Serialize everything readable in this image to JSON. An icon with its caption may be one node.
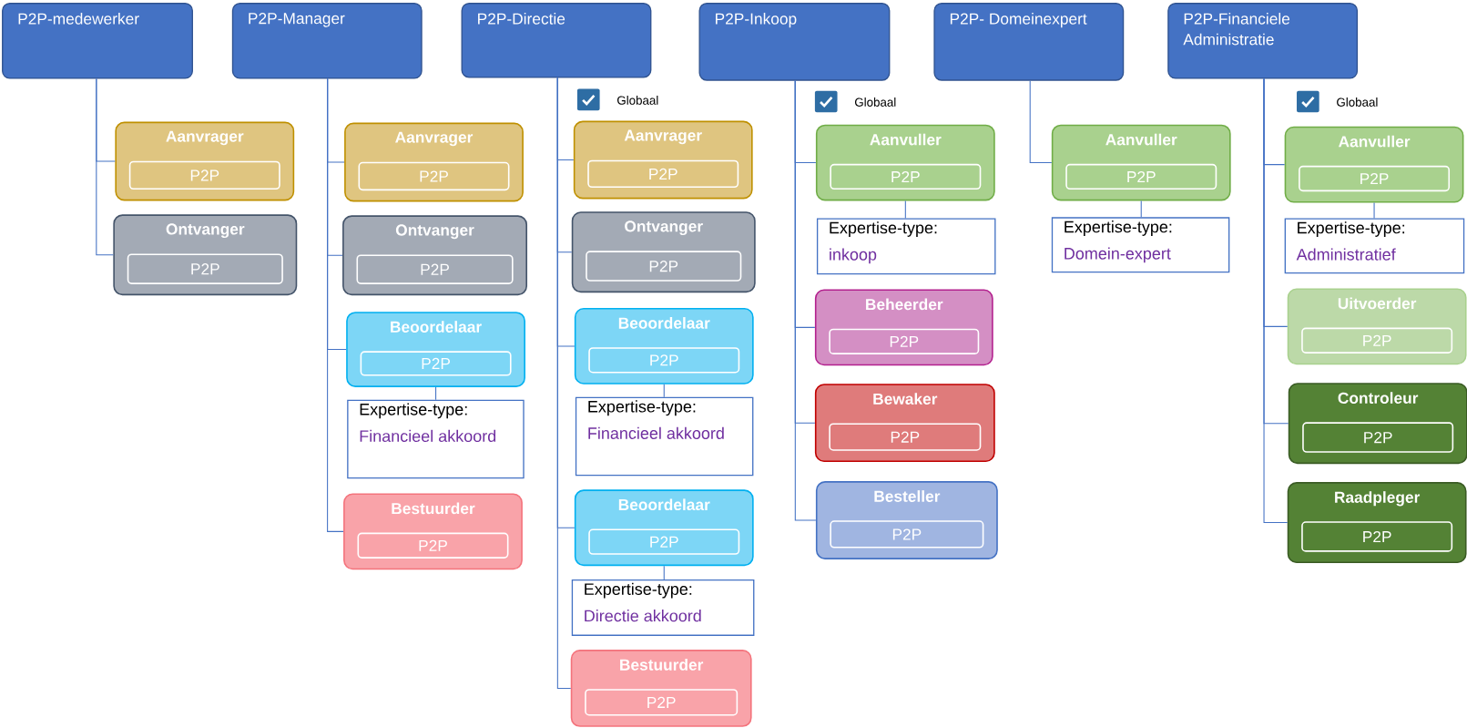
{
  "diagram": {
    "nodes": [
      {
        "text": [
          "P2P-medewerker"
        ]
      },
      {
        "text": [
          "Aanvrager"
        ]
      },
      {
        "text": [
          "P2P"
        ],
        "in": 1
      },
      {
        "text": [
          "Ontvanger"
        ]
      },
      {
        "text": [
          "P2P"
        ],
        "in": 3
      },
      {
        "text": [
          "P2P-Manager"
        ]
      },
      {
        "text": [
          "Aanvrager"
        ]
      },
      {
        "text": [
          "P2P"
        ],
        "in": 6
      },
      {
        "text": [
          "Ontvanger"
        ]
      },
      {
        "text": [
          "P2P"
        ],
        "in": 8
      },
      {
        "text": [
          "Beoordelaar"
        ]
      },
      {
        "text": [
          "P2P"
        ],
        "in": 10
      },
      {
        "text": [
          "Expertise-type:",
          "Financieel akkoord"
        ]
      },
      {
        "text": [
          "Bestuurder"
        ]
      },
      {
        "text": [
          "P2P"
        ],
        "in": 13
      },
      {
        "text": [
          "P2P-Directie"
        ]
      },
      {
        "text": [
          "Aanvrager"
        ]
      },
      {
        "text": [
          "P2P"
        ],
        "in": 16
      },
      {
        "text": [
          "Ontvanger"
        ]
      },
      {
        "text": [
          "P2P"
        ],
        "in": 18
      },
      {
        "text": [
          "Beoordelaar"
        ]
      },
      {
        "text": [
          "P2P"
        ],
        "in": 20
      },
      {
        "text": [
          "Expertise-type:",
          "Financieel akkoord"
        ]
      },
      {
        "text": [
          "Beoordelaar"
        ]
      },
      {
        "text": [
          "P2P"
        ],
        "in": 23
      },
      {
        "text": [
          "Expertise-type:",
          "Directie akkoord"
        ]
      },
      {
        "text": [
          "Bestuurder"
        ]
      },
      {
        "text": [
          "P2P"
        ],
        "in": 26
      },
      {
        "text": [
          "P2P-Inkoop"
        ]
      },
      {
        "text": [
          "Aanvuller"
        ]
      },
      {
        "text": [
          "P2P"
        ],
        "in": 29
      },
      {
        "text": [
          "Expertise-type:",
          "inkoop"
        ]
      },
      {
        "text": [
          "Beheerder"
        ]
      },
      {
        "text": [
          "P2P"
        ],
        "in": 32
      },
      {
        "text": [
          "Bewaker"
        ]
      },
      {
        "text": [
          "P2P"
        ],
        "in": 34
      },
      {
        "text": [
          "Besteller"
        ]
      },
      {
        "text": [
          "P2P"
        ],
        "in": 36
      },
      {
        "text": [
          "P2P- Domeinexpert"
        ]
      },
      {
        "text": [
          "Aanvuller"
        ]
      },
      {
        "text": [
          "P2P"
        ],
        "in": 39
      },
      {
        "text": [
          "Expertise-type:",
          "Domein-expert"
        ]
      },
      {
        "text": [
          "P2P-Financiele Administratie"
        ]
      },
      {
        "text": [
          "Aanvuller"
        ]
      },
      {
        "text": [
          "P2P"
        ],
        "in": 43
      },
      {
        "text": [
          "Expertise-type:",
          "Administratief"
        ]
      },
      {
        "text": [
          "Uitvoerder"
        ]
      },
      {
        "text": [
          "P2P"
        ],
        "in": 46
      },
      {
        "text": [
          "Controleur"
        ]
      },
      {
        "text": [
          "P2P"
        ],
        "in": 48
      },
      {
        "text": [
          "Raadpleger"
        ]
      },
      {
        "text": [
          "P2P"
        ],
        "in": 50
      }
    ],
    "edges": [
      {
        "from": 0,
        "to": 1,
        "arrow": "none"
      },
      {
        "from": 0,
        "to": 3,
        "arrow": "none"
      },
      {
        "from": 5,
        "to": 6,
        "arrow": "none"
      },
      {
        "from": 5,
        "to": 8,
        "arrow": "none"
      },
      {
        "from": 5,
        "to": 10,
        "arrow": "none"
      },
      {
        "from": 5,
        "to": 13,
        "arrow": "none"
      },
      {
        "from": 10,
        "to": 12,
        "arrow": "none"
      },
      {
        "from": 15,
        "to": 16,
        "arrow": "none"
      },
      {
        "from": 15,
        "to": 18,
        "arrow": "none"
      },
      {
        "from": 15,
        "to": 20,
        "arrow": "none"
      },
      {
        "from": 15,
        "to": 23,
        "arrow": "none"
      },
      {
        "from": 15,
        "to": 26,
        "arrow": "none"
      },
      {
        "from": 20,
        "to": 22,
        "arrow": "none"
      },
      {
        "from": 23,
        "to": 25,
        "arrow": "none"
      },
      {
        "from": 28,
        "to": 29,
        "arrow": "none"
      },
      {
        "from": 28,
        "to": 32,
        "arrow": "none"
      },
      {
        "from": 28,
        "to": 34,
        "arrow": "none"
      },
      {
        "from": 28,
        "to": 36,
        "arrow": "none"
      },
      {
        "from": 29,
        "to": 31,
        "arrow": "none"
      },
      {
        "from": 38,
        "to": 39,
        "arrow": "none"
      },
      {
        "from": 39,
        "to": 41,
        "arrow": "none"
      },
      {
        "from": 42,
        "to": 43,
        "arrow": "none"
      },
      {
        "from": 42,
        "to": 46,
        "arrow": "none"
      },
      {
        "from": 42,
        "to": 48,
        "arrow": "none"
      },
      {
        "from": 42,
        "to": 50,
        "arrow": "none"
      },
      {
        "from": 43,
        "to": 45,
        "arrow": "none"
      }
    ],
    "labels": [
      "Globaal",
      "Globaal",
      "Globaal"
    ]
  }
}
